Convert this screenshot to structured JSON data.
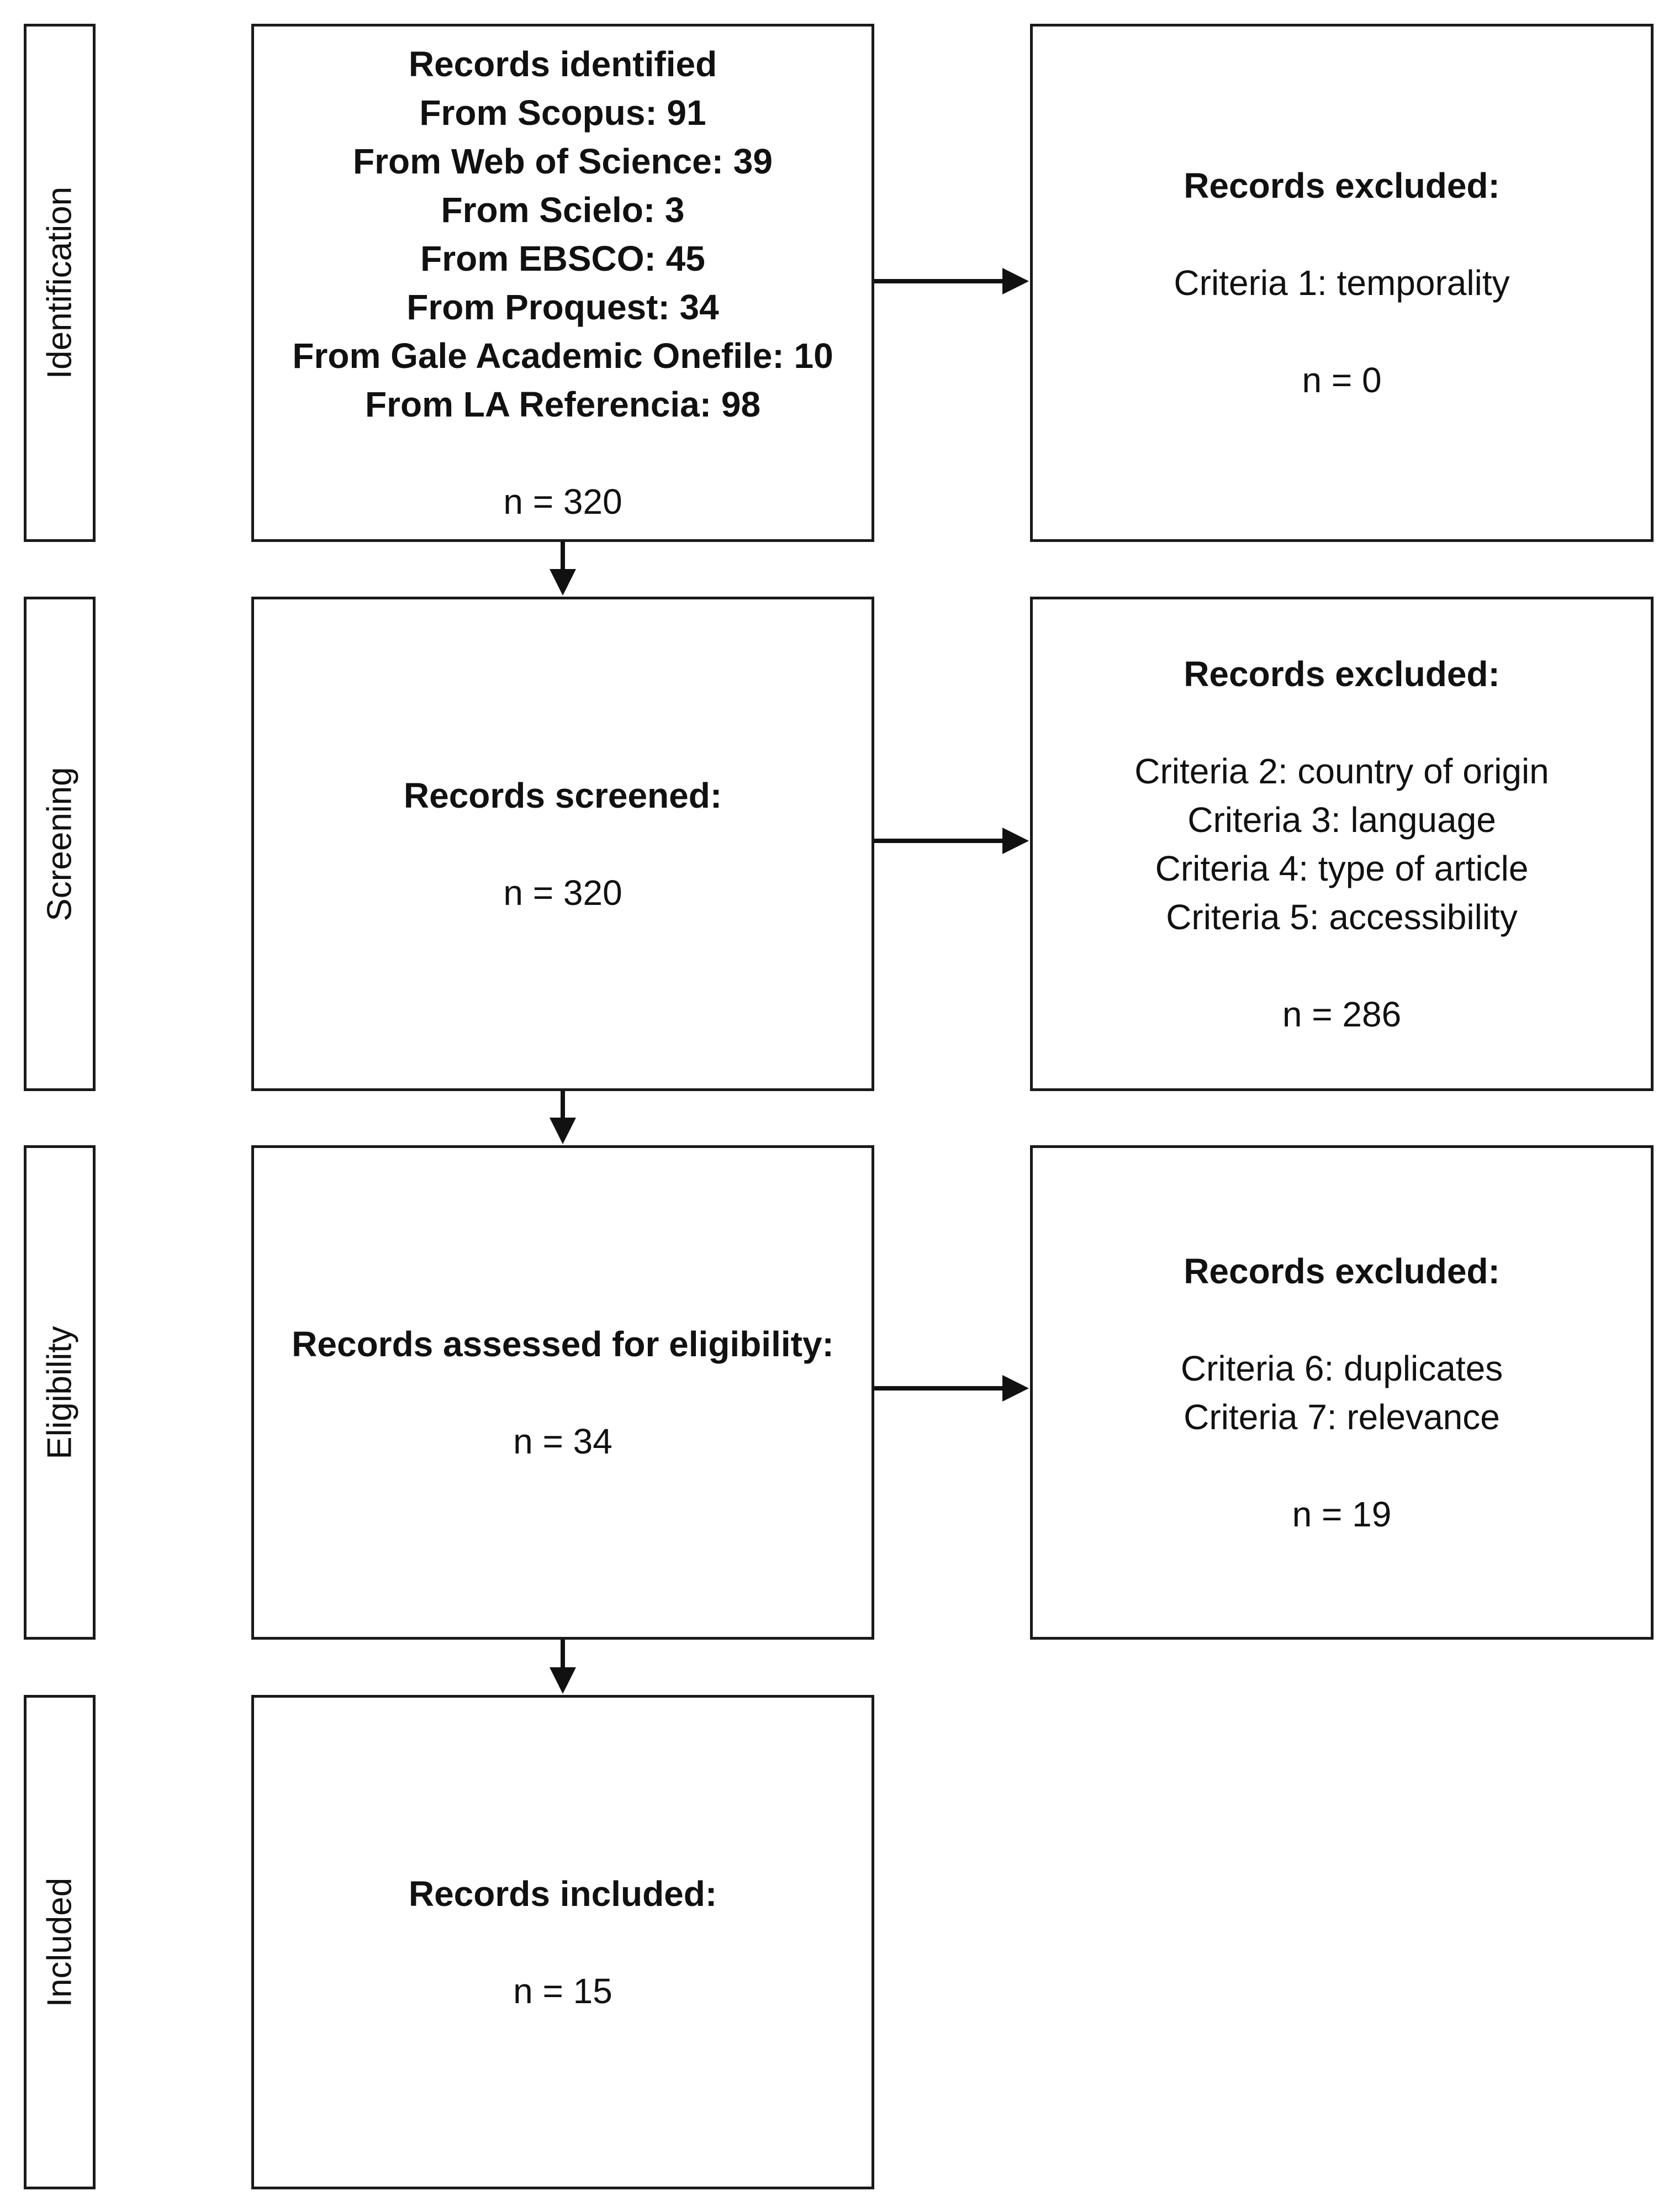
{
  "phases": {
    "identification": "Identification",
    "screening": "Screening",
    "eligibility": "Eligibility",
    "included": "Included"
  },
  "identified": {
    "title": "Records identified",
    "sources": [
      "From Scopus: 91",
      "From Web of Science: 39",
      "From Scielo: 3",
      "From EBSCO: 45",
      "From Proquest: 34",
      "From Gale Academic Onefile: 10",
      "From LA Referencia: 98"
    ],
    "n": "n = 320"
  },
  "excluded_1": {
    "title": "Records excluded:",
    "criteria": [
      "Criteria 1: temporality"
    ],
    "n": "n = 0"
  },
  "screened": {
    "title": "Records screened:",
    "n": "n = 320"
  },
  "excluded_2": {
    "title": "Records excluded:",
    "criteria": [
      "Criteria 2: country of origin",
      "Criteria 3: language",
      "Criteria 4: type of article",
      "Criteria 5: accessibility"
    ],
    "n": "n = 286"
  },
  "eligibility": {
    "title": "Records assessed for eligibility:",
    "n": "n = 34"
  },
  "excluded_3": {
    "title": "Records excluded:",
    "criteria": [
      "Criteria 6: duplicates",
      "Criteria 7: relevance"
    ],
    "n": "n = 19"
  },
  "included": {
    "title": "Records included:",
    "n": "n = 15"
  }
}
